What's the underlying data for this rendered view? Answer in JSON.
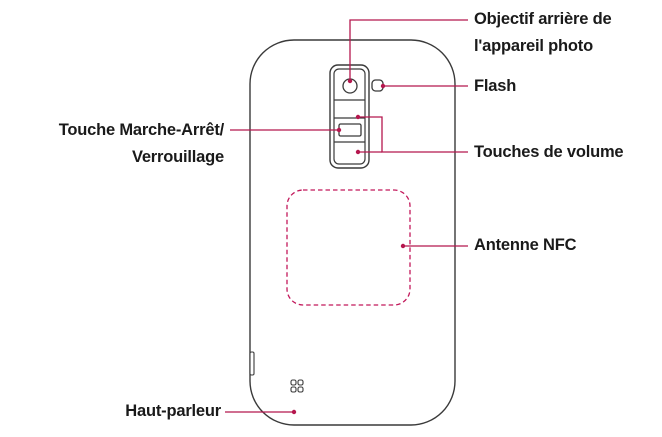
{
  "diagram": {
    "colors": {
      "outline": "#3a3a3a",
      "leader_line": "#b5174e",
      "nfc_area": "#c2185b",
      "text": "#1a1a1a",
      "background": "#ffffff"
    },
    "callouts": {
      "rear_camera": {
        "line1": "Objectif arrière de",
        "line2": "l'appareil photo"
      },
      "flash": {
        "line1": "Flash"
      },
      "power_lock": {
        "line1": "Touche Marche-Arrêt/",
        "line2": "Verrouillage"
      },
      "volume_keys": {
        "line1": "Touches de volume"
      },
      "nfc_antenna": {
        "line1": "Antenne NFC"
      },
      "speaker": {
        "line1": "Haut-parleur"
      }
    },
    "icons": {
      "speaker": "speaker-grille-icon",
      "camera": "camera-lens-icon",
      "flash": "flash-icon"
    }
  }
}
